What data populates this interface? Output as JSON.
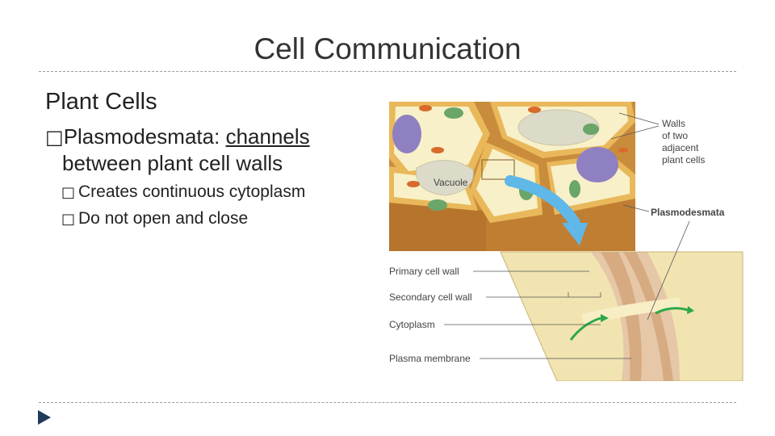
{
  "slide": {
    "title": "Cell Communication",
    "subtitle": "Plant Cells",
    "bullet_mark": "□",
    "main_bullet": {
      "term": "Plasmodesmata:",
      "definition_part1": "channels",
      "definition_part2": "between plant cell walls"
    },
    "sub_bullets": [
      "Creates continuous cytoplasm",
      "Do not open and close"
    ]
  },
  "figure": {
    "labels": {
      "walls": [
        "Walls",
        "of two",
        "adjacent",
        "plant cells"
      ],
      "plasmodesmata": "Plasmodesmata",
      "vacuole": "Vacuole",
      "primary": "Primary cell wall",
      "secondary": "Secondary cell wall",
      "cytoplasm": "Cytoplasm",
      "membrane": "Plasma membrane"
    },
    "colors": {
      "wall": "#e9b85a",
      "wall_dark": "#b87a2a",
      "cytoplasm": "#f8f0c8",
      "vacuole": "#dcdac8",
      "nucleus": "#8f80c2",
      "chloroplast": "#6aa56a",
      "mitochondria": "#d86a2a",
      "arrow_blue": "#5fb8e8",
      "arrow_green": "#2aa84a"
    }
  }
}
